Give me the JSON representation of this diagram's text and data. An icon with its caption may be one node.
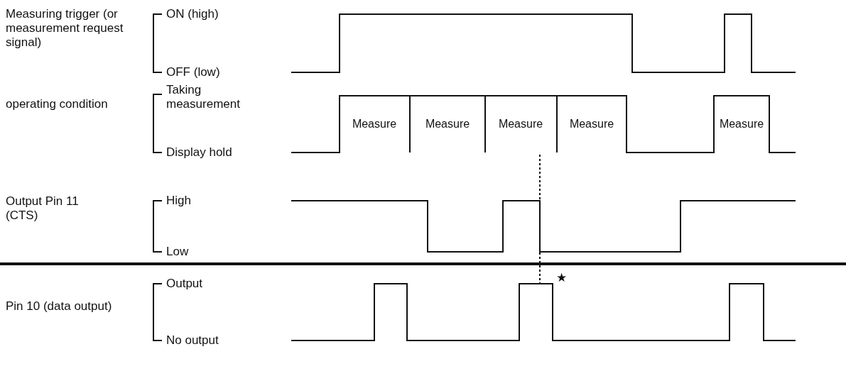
{
  "diagram": {
    "labels": [
      "Measuring trigger (or measurement request signal)",
      "ON (high)",
      "OFF (low)",
      "operating condition",
      "Taking measurement",
      "Display hold",
      "Measure",
      "Measure",
      "Measure",
      "Measure",
      "Measure",
      "Output Pin 11 (CTS)",
      "High",
      "Low",
      "Pin 10 (data output)",
      "Output",
      "★",
      "No output"
    ]
  }
}
